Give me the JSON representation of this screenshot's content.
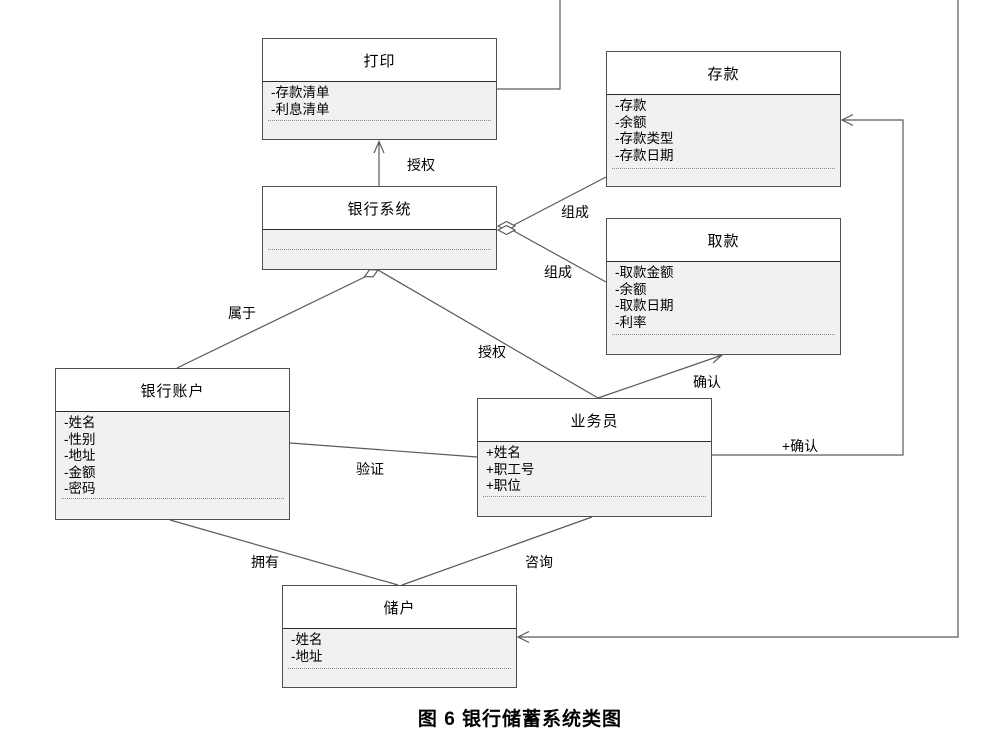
{
  "diagram": {
    "caption": "图 6 银行储蓄系统类图",
    "colors": {
      "box_fill": "#f1f1f1",
      "box_border": "#4f4f4f",
      "line": "#5a5a5a"
    },
    "classes": [
      {
        "name": "打印",
        "attrs": [
          "-存款清单",
          "-利息清单"
        ]
      },
      {
        "name": "存款",
        "attrs": [
          "-存款",
          "-余额",
          "-存款类型",
          "-存款日期"
        ]
      },
      {
        "name": "银行系统",
        "attrs": []
      },
      {
        "name": "取款",
        "attrs": [
          "-取款金额",
          "-余额",
          "-取款日期",
          "-利率"
        ]
      },
      {
        "name": "银行账户",
        "attrs": [
          "-姓名",
          "-性别",
          "-地址",
          "-金额",
          "-密码"
        ]
      },
      {
        "name": "业务员",
        "attrs": [
          "+姓名",
          "+职工号",
          "+职位"
        ]
      },
      {
        "name": "储户",
        "attrs": [
          "-姓名",
          "-地址"
        ]
      }
    ],
    "labels": {
      "authorize_print": "授权",
      "compose_deposit": "组成",
      "compose_withdraw": "组成",
      "belong": "属于",
      "authorize_clerk": "授权",
      "verify": "验证",
      "confirm": "确认",
      "confirm_plus": "+确认",
      "own": "拥有",
      "consult": "咨询"
    }
  }
}
